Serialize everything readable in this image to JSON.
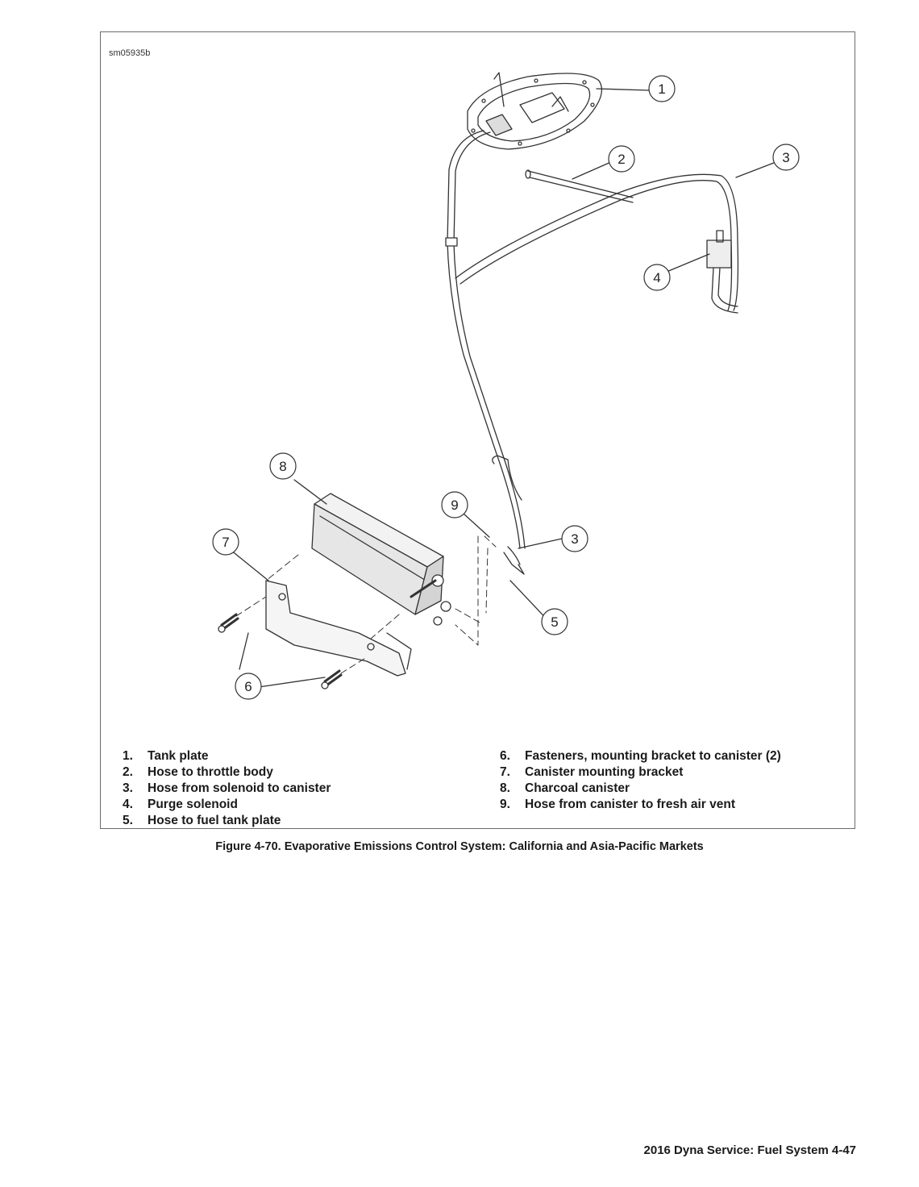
{
  "figure_id": "sm05935b",
  "callouts": [
    "1",
    "2",
    "3",
    "4",
    "3",
    "5",
    "6",
    "7",
    "8",
    "9"
  ],
  "legend_left": [
    {
      "num": "1.",
      "text": "Tank plate"
    },
    {
      "num": "2.",
      "text": "Hose to throttle body"
    },
    {
      "num": "3.",
      "text": "Hose from solenoid to canister"
    },
    {
      "num": "4.",
      "text": "Purge solenoid"
    },
    {
      "num": "5.",
      "text": "Hose to fuel tank plate"
    }
  ],
  "legend_right": [
    {
      "num": "6.",
      "text": "Fasteners, mounting bracket to canister (2)"
    },
    {
      "num": "7.",
      "text": "Canister mounting bracket"
    },
    {
      "num": "8.",
      "text": "Charcoal canister"
    },
    {
      "num": "9.",
      "text": "Hose from canister to fresh air vent"
    }
  ],
  "caption": "Figure 4-70. Evaporative Emissions Control System: California and Asia-Pacific Markets",
  "footer": "2016 Dyna Service:  Fuel System  4-47"
}
